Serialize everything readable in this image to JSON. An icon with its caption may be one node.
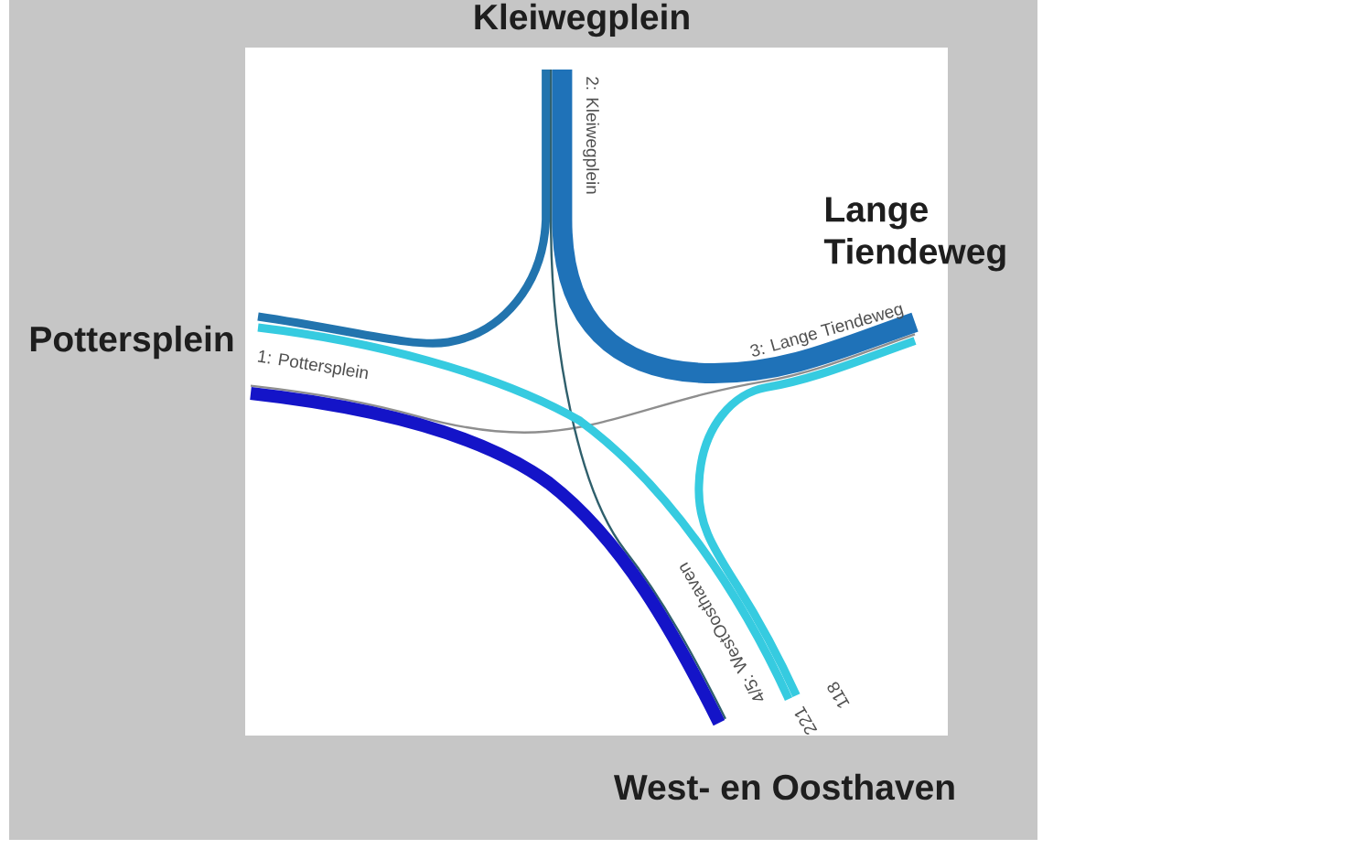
{
  "diagram": {
    "nodes": [
      {
        "text": [
          "Kleiwegplein"
        ]
      },
      {
        "text": [
          "Lange Tiendeweg"
        ]
      },
      {
        "text": [
          "Pottersplein"
        ]
      },
      {
        "text": [
          "West- en Oosthaven"
        ]
      }
    ],
    "edges": [
      {
        "from": 0,
        "to": 1,
        "arrow": "none",
        "style": "thick",
        "color": "#1f72b8"
      },
      {
        "from": 0,
        "to": 2,
        "arrow": "none",
        "color": "#2274ae"
      },
      {
        "from": 0,
        "to": 3,
        "arrow": "none",
        "color": "#2f5f6c"
      },
      {
        "from": 2,
        "to": 1,
        "arrow": "none",
        "color": "#8e8e8e"
      },
      {
        "from": 2,
        "to": 3,
        "arrow": "none",
        "color": "#36cbe0"
      },
      {
        "from": 2,
        "to": 3,
        "arrow": "none",
        "color": "#1414c8"
      },
      {
        "from": 1,
        "to": 3,
        "arrow": "none",
        "color": "#36cbe0"
      }
    ],
    "labels": [
      "2: Kleiwegplein",
      "3: Lange Tiendeweg",
      "1: Pottersplein",
      "4/5: WestOosthaven",
      "221",
      "118"
    ]
  }
}
